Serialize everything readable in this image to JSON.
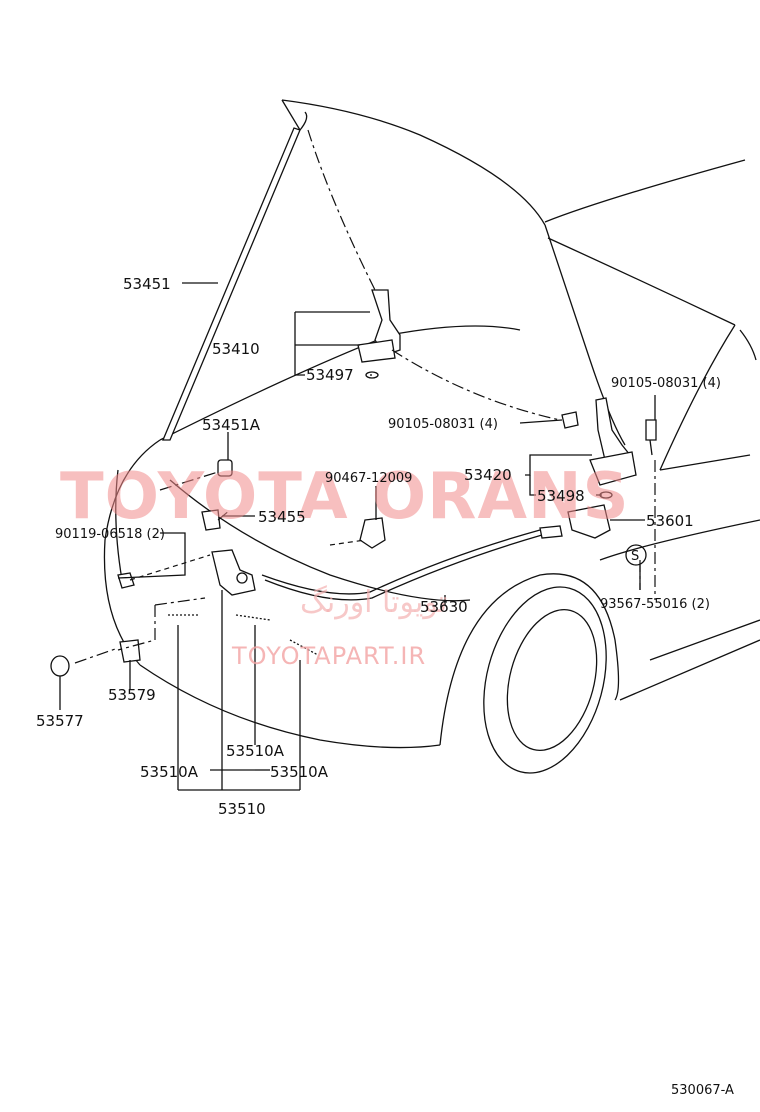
{
  "watermark": {
    "brand": "TOYOTA ORANS",
    "persian": "تویوتا اورنگ",
    "site": "TOYOTAPART.IR"
  },
  "labels": {
    "p53451": "53451",
    "p53410": "53410",
    "p53497": "53497",
    "p53451A": "53451A",
    "p90105_left": "90105-08031 (4)",
    "p90105_right": "90105-08031 (4)",
    "p90467": "90467-12009",
    "p53420": "53420",
    "p53498": "53498",
    "p53455": "53455",
    "p53601": "53601",
    "p90119": "90119-06518 (2)",
    "p93567": "93567-55016 (2)",
    "p53630": "53630",
    "p53579": "53579",
    "p53577": "53577",
    "p53510A_mid": "53510A",
    "p53510A_left": "53510A",
    "p53510A_right": "53510A",
    "p53510": "53510",
    "s_mark": "S"
  },
  "figure_id": "530067-A"
}
